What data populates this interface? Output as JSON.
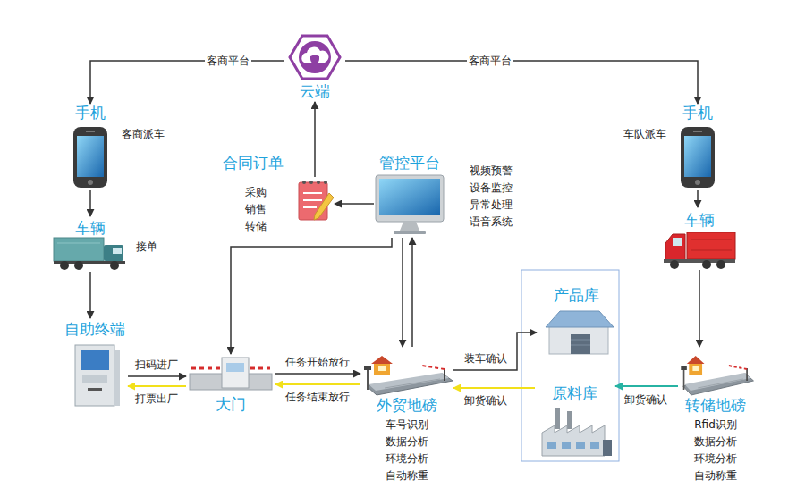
{
  "diagram": {
    "nodes": [
      {
        "text": [
          "云端"
        ]
      },
      {
        "text": [
          "手机",
          "客商派车"
        ]
      },
      {
        "text": [
          "合同订单",
          "采购 销售 转储"
        ]
      },
      {
        "text": [
          "管控平台",
          "视频预警 设备监控 异常处理 语音系统"
        ]
      },
      {
        "text": [
          "手机",
          "车队派车"
        ]
      },
      {
        "text": [
          "车辆",
          "接单"
        ]
      },
      {
        "text": [
          "车辆"
        ]
      },
      {
        "text": [
          "自助终端"
        ]
      },
      {
        "text": [
          "大门"
        ]
      },
      {
        "text": [
          "外贸地磅",
          "车号识别 数据分析 环境分析 自动称重"
        ]
      },
      {
        "text": [
          "产品库"
        ]
      },
      {
        "text": [
          "原料库"
        ]
      },
      {
        "text": [
          "转储地磅",
          "Rfid识别 数据分析 环境分析 自动称重"
        ]
      }
    ],
    "edges": [
      {
        "from": 0,
        "to": 1,
        "label": "客商平台",
        "arrow": "to"
      },
      {
        "from": 0,
        "to": 4,
        "label": "客商平台",
        "arrow": "to"
      },
      {
        "from": 2,
        "to": 0,
        "arrow": "to"
      },
      {
        "from": 3,
        "to": 2,
        "arrow": "to"
      },
      {
        "from": 3,
        "to": 8,
        "arrow": "to"
      },
      {
        "from": 3,
        "to": 9,
        "arrow": "to"
      },
      {
        "from": 9,
        "to": 3,
        "arrow": "to"
      },
      {
        "from": 1,
        "to": 5,
        "arrow": "to"
      },
      {
        "from": 5,
        "to": 7,
        "arrow": "to"
      },
      {
        "from": 7,
        "to": 8,
        "label": "扫码进厂",
        "arrow": "to"
      },
      {
        "from": 8,
        "to": 7,
        "label": "打票出厂",
        "arrow": "to"
      },
      {
        "from": 8,
        "to": 9,
        "label": "任务开始放行",
        "arrow": "to"
      },
      {
        "from": 9,
        "to": 8,
        "label": "任务结束放行",
        "arrow": "to"
      },
      {
        "from": 9,
        "to": 10,
        "label": "装车确认",
        "arrow": "to"
      },
      {
        "from": 11,
        "to": 9,
        "label": "卸货确认",
        "arrow": "to"
      },
      {
        "from": 4,
        "to": 6,
        "arrow": "to"
      },
      {
        "from": 6,
        "to": 12,
        "arrow": "to"
      },
      {
        "from": 12,
        "to": 11,
        "label": "卸货确认",
        "arrow": "to"
      }
    ]
  }
}
